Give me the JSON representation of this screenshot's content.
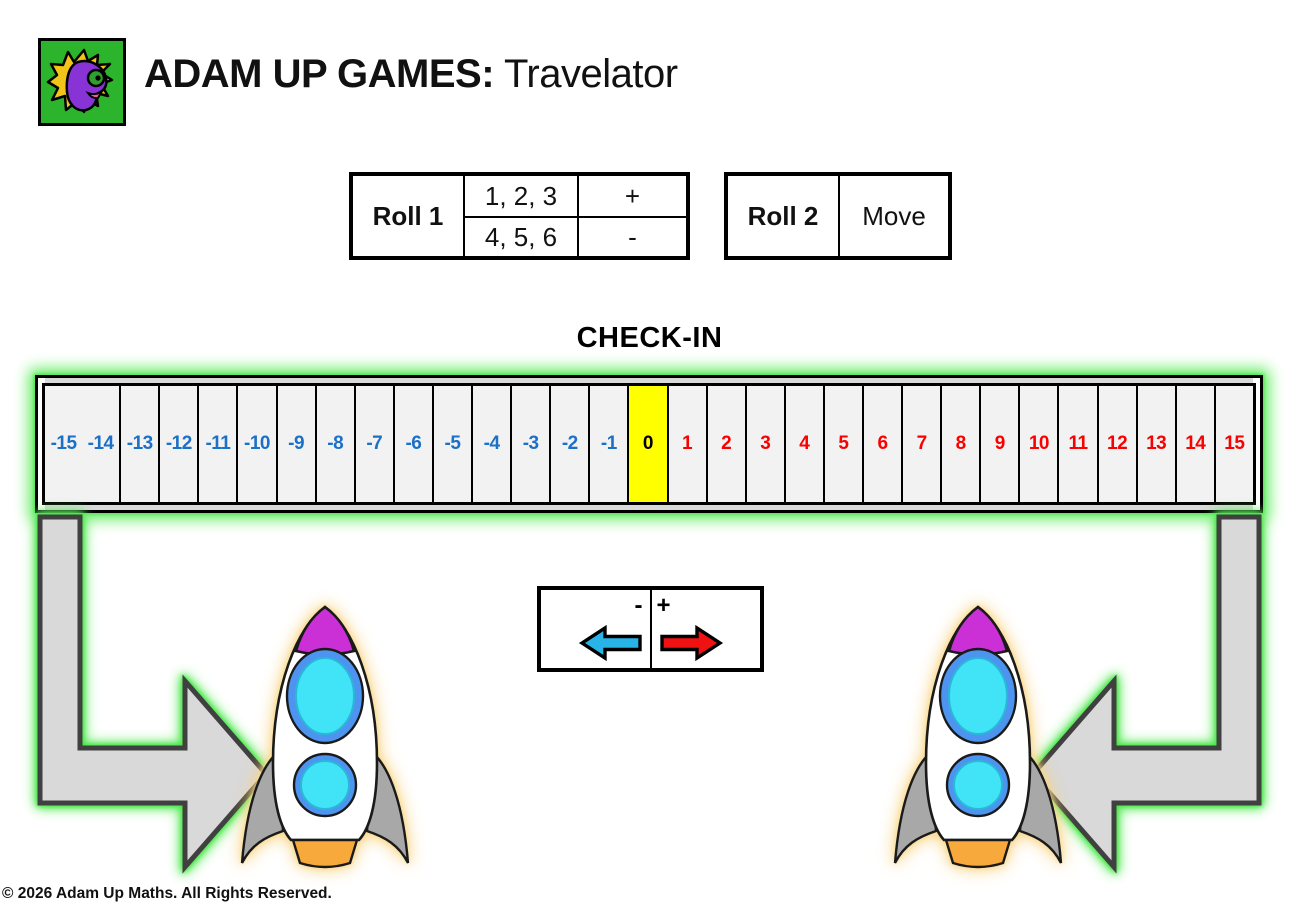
{
  "header": {
    "title_bold": "ADAM UP GAMES:",
    "title_regular": " Travelator",
    "logo": "adam-up-maths-face-logo"
  },
  "roll1_table": {
    "header": "Roll 1",
    "rows": [
      {
        "values": "1, 2, 3",
        "sign": "+"
      },
      {
        "values": "4, 5, 6",
        "sign": "-"
      }
    ]
  },
  "roll2_table": {
    "header": "Roll 2",
    "action": "Move"
  },
  "checkin_label": "CHECK-IN",
  "number_line": {
    "min": -15,
    "max": 15,
    "negative_color": "#1b70c8",
    "positive_color": "#fa0000",
    "zero_color": "#000000",
    "zero_background": "#ffff00",
    "cells": [
      {
        "labels": [
          "-15",
          "-14"
        ],
        "span": 2
      },
      {
        "labels": [
          "-13"
        ]
      },
      {
        "labels": [
          "-12"
        ]
      },
      {
        "labels": [
          "-11"
        ]
      },
      {
        "labels": [
          "-10"
        ]
      },
      {
        "labels": [
          "-9"
        ]
      },
      {
        "labels": [
          "-8"
        ]
      },
      {
        "labels": [
          "-7"
        ]
      },
      {
        "labels": [
          "-6"
        ]
      },
      {
        "labels": [
          "-5"
        ]
      },
      {
        "labels": [
          "-4"
        ]
      },
      {
        "labels": [
          "-3"
        ]
      },
      {
        "labels": [
          "-2"
        ]
      },
      {
        "labels": [
          "-1"
        ]
      },
      {
        "labels": [
          "0"
        ],
        "highlight": true
      },
      {
        "labels": [
          "1"
        ]
      },
      {
        "labels": [
          "2"
        ]
      },
      {
        "labels": [
          "3"
        ]
      },
      {
        "labels": [
          "4"
        ]
      },
      {
        "labels": [
          "5"
        ]
      },
      {
        "labels": [
          "6"
        ]
      },
      {
        "labels": [
          "7"
        ]
      },
      {
        "labels": [
          "8"
        ]
      },
      {
        "labels": [
          "9"
        ]
      },
      {
        "labels": [
          "10"
        ]
      },
      {
        "labels": [
          "11"
        ]
      },
      {
        "labels": [
          "12"
        ]
      },
      {
        "labels": [
          "13"
        ]
      },
      {
        "labels": [
          "14"
        ]
      },
      {
        "labels": [
          "15"
        ]
      }
    ]
  },
  "direction_key": {
    "minus_label": "-",
    "plus_label": "+",
    "left_arrow_color": "#29b4e8",
    "right_arrow_color": "#f01212"
  },
  "colors": {
    "glow_green": "#3ee83e",
    "glow_yellow": "#f8d078",
    "elbow_arrow_fill": "#d9d9d9",
    "elbow_arrow_border": "#404040",
    "rocket_nose": "#cb2fd6",
    "rocket_window_ring": "#4d94f0",
    "rocket_window_glass": "#40e4f6",
    "rocket_fin": "#a8a8a8",
    "rocket_nozzle": "#f7a93b",
    "logo_background": "#2cb52c"
  },
  "footer": {
    "copyright": "© 2026 Adam Up Maths. All Rights Reserved."
  }
}
